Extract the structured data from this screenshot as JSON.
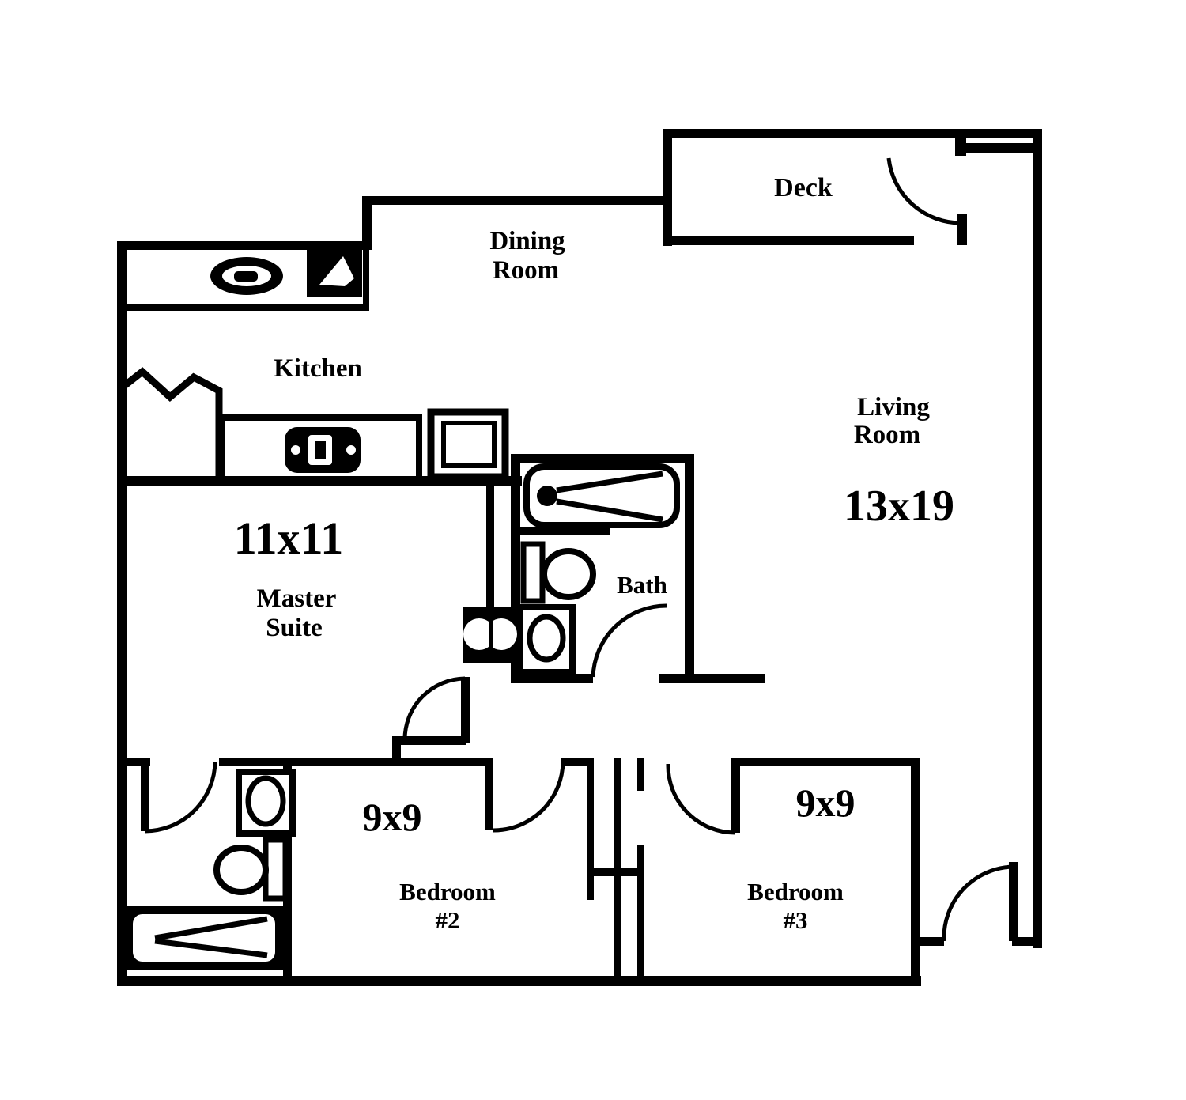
{
  "plan": {
    "type_note": "apartment floor plan (scanned, black and white)",
    "colors": {
      "wall": "#000000",
      "background": "#ffffff"
    },
    "rooms": {
      "deck": {
        "name": "Deck"
      },
      "dining_room": {
        "name_line1": "Dining",
        "name_line2": "Room"
      },
      "kitchen": {
        "name": "Kitchen"
      },
      "living_room": {
        "name_line1": "Living",
        "name_line2": "Room",
        "dimensions": "13x19"
      },
      "master_suite": {
        "dimensions": "11x11",
        "name_line1": "Master",
        "name_line2": "Suite"
      },
      "bath": {
        "name": "Bath"
      },
      "bedroom_2": {
        "dimensions": "9x9",
        "name_line1": "Bedroom",
        "name_line2": "#2"
      },
      "bedroom_3": {
        "dimensions": "9x9",
        "name_line1": "Bedroom",
        "name_line2": "#3"
      }
    }
  }
}
